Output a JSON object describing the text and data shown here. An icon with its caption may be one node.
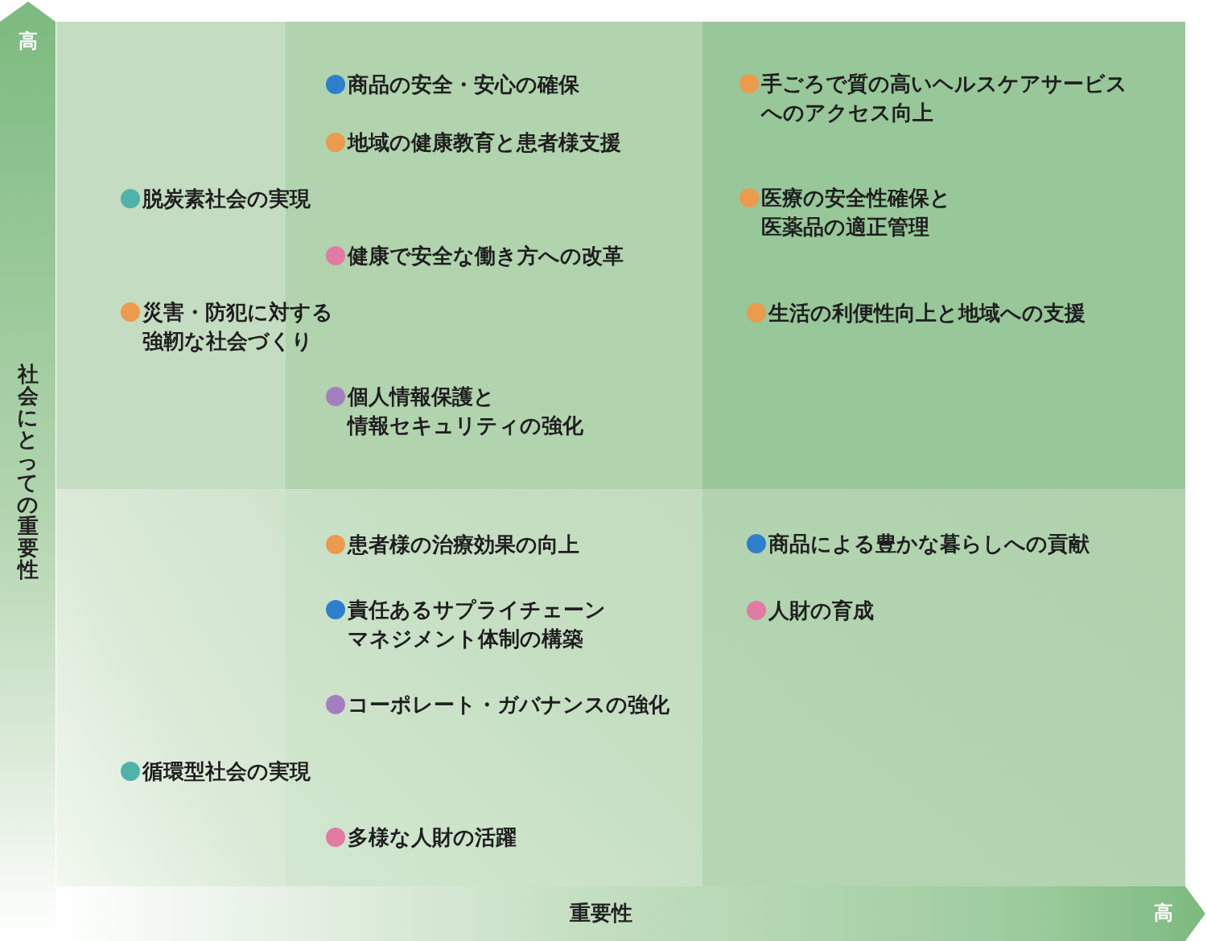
{
  "diagram": {
    "nodes": [
      {
        "text": [
          "脱炭素社会の実現",
          "災害・防犯に対する強靭な社会づくり"
        ]
      },
      {
        "text": [
          "商品の安全・安心の確保",
          "地域の健康教育と患者様支援",
          "健康で安全な働き方への改革",
          "個人情報保護と情報セキュリティの強化"
        ]
      },
      {
        "text": [
          "手ごろで質の高いヘルスケアサービスへのアクセス向上",
          "医療の安全性確保と医薬品の適正管理",
          "生活の利便性向上と地域への支援"
        ]
      },
      {
        "text": [
          "循環型社会の実現"
        ]
      },
      {
        "text": [
          "患者様の治療効果の向上",
          "責任あるサプライチェーンマネジメント体制の構築",
          "コーポレート・ガバナンスの強化",
          "多様な人財の活躍"
        ]
      },
      {
        "text": [
          "商品による豊かな暮らしへの貢献",
          "人財の育成"
        ]
      }
    ],
    "labels": [
      "高",
      "社会にとっての重要性",
      "重要性",
      "高"
    ]
  }
}
